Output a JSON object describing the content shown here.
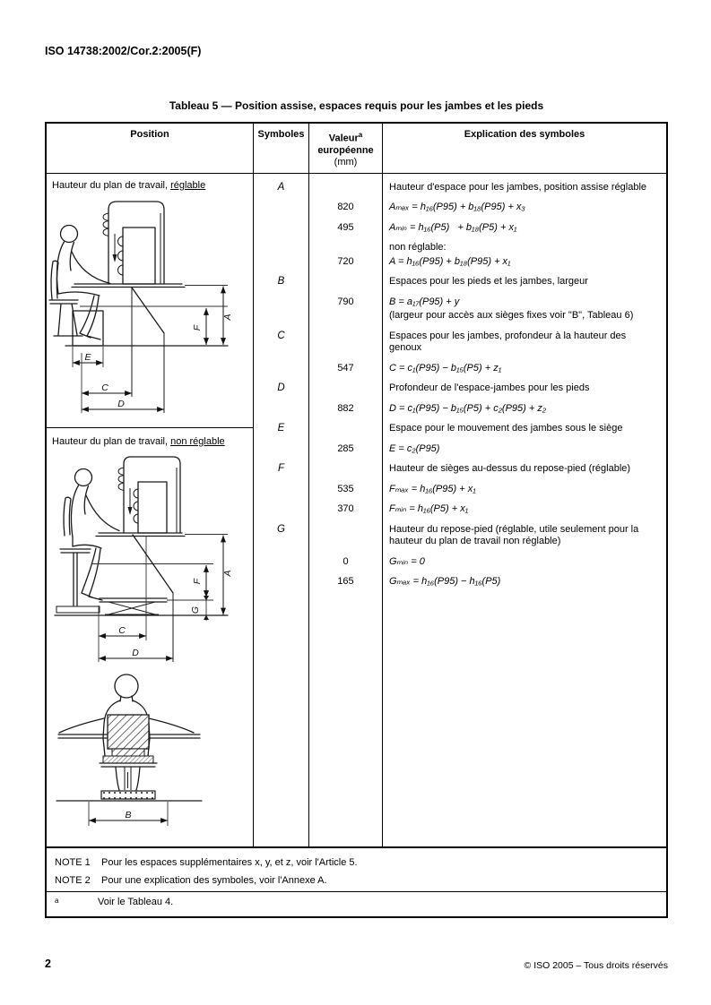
{
  "page": {
    "doc_ref": "ISO 14738:2002/Cor.2:2005(F)",
    "page_number": "2",
    "copyright": "© ISO 2005 – Tous droits réservés"
  },
  "table": {
    "title": "Tableau 5 — Position assise, espaces requis pour les jambes et les pieds",
    "header": {
      "position": "Position",
      "symbols": "Symboles",
      "value": "Valeur",
      "value_footnote_marker": "a",
      "value_line2": "européenne",
      "value_unit": "(mm)",
      "explanation": "Explication des symboles"
    },
    "figures": {
      "adjustable": {
        "label_prefix": "Hauteur du plan de travail, ",
        "label_underlined": "réglable",
        "dims": {
          "a": "A",
          "f": "F",
          "e": "E",
          "c": "C",
          "d": "D"
        }
      },
      "fixed": {
        "label_prefix": "Hauteur du plan de travail, ",
        "label_underlined": "non réglable",
        "dims": {
          "a": "A",
          "f": "F",
          "g": "G",
          "c": "C",
          "d": "D"
        }
      },
      "front": {
        "dims": {
          "b": "B"
        }
      }
    },
    "rows": [
      {
        "symbol": "A",
        "value": "",
        "kind": "d",
        "tight": false,
        "text": "Hauteur d'espace pour les jambes, position assise réglable"
      },
      {
        "symbol": "",
        "value": "820",
        "kind": "f",
        "tight": false,
        "text": "Aₘₐₓ = h₁₆(P95) + b₁₈(P95) + x₃"
      },
      {
        "symbol": "",
        "value": "495",
        "kind": "f",
        "tight": false,
        "text": "Aₘᵢₙ = h₁₆(P5)   + b₁₈(P5) + x₁"
      },
      {
        "symbol": "",
        "value": "",
        "kind": "d",
        "tight": false,
        "text": "non réglable:"
      },
      {
        "symbol": "",
        "value": "720",
        "kind": "f",
        "tight": true,
        "text": "A = h₁₆(P95) + b₁₈(P95) + x₁"
      },
      {
        "symbol": "B",
        "value": "",
        "kind": "d",
        "tight": false,
        "text": "Espaces pour les pieds et les jambes, largeur"
      },
      {
        "symbol": "",
        "value": "790",
        "kind": "f",
        "tight": false,
        "text": "B = a₁₇(P95) + y"
      },
      {
        "symbol": "",
        "value": "",
        "kind": "d",
        "tight": true,
        "text": "(largeur pour accès aux sièges fixes voir \"B\", Tableau 6)"
      },
      {
        "symbol": "C",
        "value": "",
        "kind": "d",
        "tight": false,
        "text": "Espaces pour les jambes, profondeur à la hauteur des genoux"
      },
      {
        "symbol": "",
        "value": "547",
        "kind": "f",
        "tight": false,
        "text": "C = c₁(P95) − b₁₅(P5) + z₁"
      },
      {
        "symbol": "D",
        "value": "",
        "kind": "d",
        "tight": false,
        "text": "Profondeur de l'espace-jambes pour les pieds"
      },
      {
        "symbol": "",
        "value": "882",
        "kind": "f",
        "tight": false,
        "text": "D = c₁(P95) − b₁₅(P5) + c₂(P95) + z₂"
      },
      {
        "symbol": "E",
        "value": "",
        "kind": "d",
        "tight": false,
        "text": "Espace pour le mouvement des jambes sous le siège"
      },
      {
        "symbol": "",
        "value": "285",
        "kind": "f",
        "tight": false,
        "text": "E = c₂(P95)"
      },
      {
        "symbol": "F",
        "value": "",
        "kind": "d",
        "tight": false,
        "text": "Hauteur de sièges au-dessus du repose-pied (réglable)"
      },
      {
        "symbol": "",
        "value": "535",
        "kind": "f",
        "tight": false,
        "text": "Fₘₐₓ = h₁₆(P95) + x₁"
      },
      {
        "symbol": "",
        "value": "370",
        "kind": "f",
        "tight": false,
        "text": "Fₘᵢₙ = h₁₆(P5) + x₁"
      },
      {
        "symbol": "G",
        "value": "",
        "kind": "d",
        "tight": false,
        "text": "Hauteur du repose-pied (réglable, utile seulement pour la hauteur du plan de travail non réglable)"
      },
      {
        "symbol": "",
        "value": "0",
        "kind": "f",
        "tight": false,
        "text": "Gₘᵢₙ = 0"
      },
      {
        "symbol": "",
        "value": "165",
        "kind": "f",
        "tight": false,
        "text": "Gₘₐₓ = h₁₆(P95) − h₁₆(P5)"
      }
    ],
    "notes": [
      {
        "label": "NOTE 1",
        "text": "Pour les espaces supplémentaires x, y, et z, voir l'Article 5."
      },
      {
        "label": "NOTE 2",
        "text": "Pour une explication des symboles, voir l'Annexe A."
      }
    ],
    "footnote": {
      "marker": "a",
      "text": "Voir le Tableau 4."
    }
  }
}
